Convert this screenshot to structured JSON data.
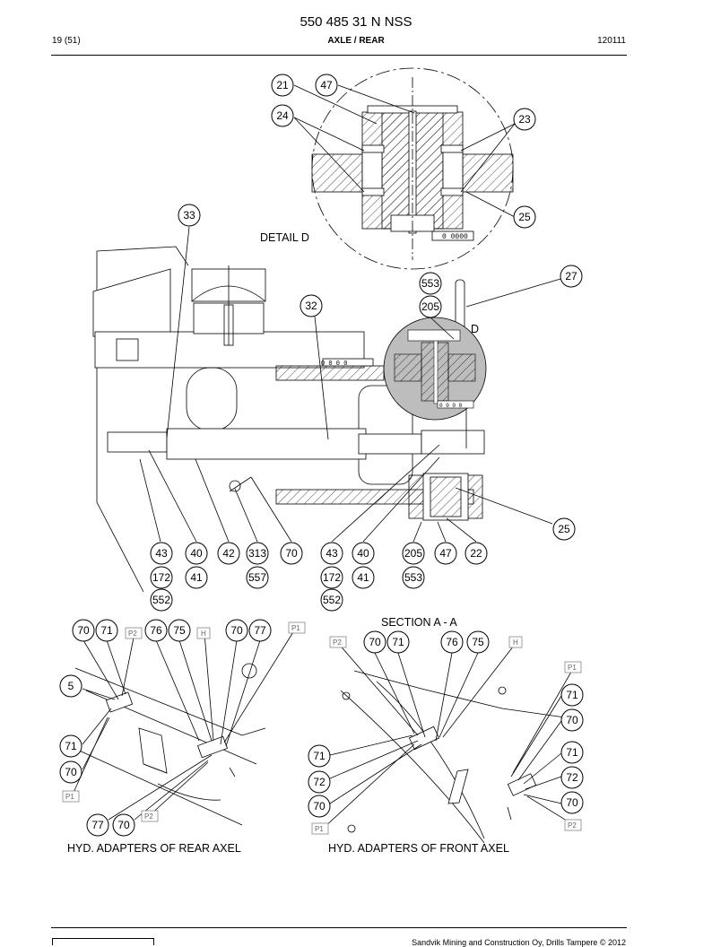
{
  "header": {
    "doc_number": "550 485 31 N NSS",
    "page": "19 (51)",
    "section": "AXLE / REAR",
    "date_code": "120111"
  },
  "labels": {
    "detail_d": "DETAIL  D",
    "d_marker": "D",
    "section_aa": "SECTION  A - A",
    "rear_caption": "HYD. ADAPTERS OF REAR AXEL",
    "front_caption": "HYD. ADAPTERS OF FRONT AXEL"
  },
  "footer": {
    "copyright": "Sandvik Mining and Construction Oy, Drills Tampere © 2012"
  },
  "balloons": {
    "b21": "21",
    "b47": "47",
    "b24": "24",
    "b23": "23",
    "b33": "33",
    "b25a": "25",
    "b27": "27",
    "b553a": "553",
    "b205a": "205",
    "b32": "32",
    "b25b": "25",
    "b43a": "43",
    "b40a": "40",
    "b42": "42",
    "b313": "313",
    "b70a": "70",
    "b43b": "43",
    "b40b": "40",
    "b205b": "205",
    "b47b": "47",
    "b22": "22",
    "b172a": "172",
    "b41a": "41",
    "b557": "557",
    "b172b": "172",
    "b41b": "41",
    "b553b": "553",
    "b552a": "552",
    "b552b": "552",
    "r70a": "70",
    "r71a": "71",
    "r76": "76",
    "r75": "75",
    "r70b": "70",
    "r77a": "77",
    "r5": "5",
    "r71b": "71",
    "r70c": "70",
    "r77b": "77",
    "r70d": "70",
    "f70a": "70",
    "f71a": "71",
    "f76": "76",
    "f75": "75",
    "f71b": "71",
    "f70b": "70",
    "f71c": "71",
    "f72a": "72",
    "f70c": "70",
    "f71d": "71",
    "f72b": "72",
    "f70d": "70"
  },
  "port_tags": {
    "rp2a": "P2",
    "rh": "H",
    "rp1a": "P1",
    "rp1b": "P1",
    "rp2b": "P2",
    "fp2a": "P2",
    "fh": "H",
    "fp1a": "P1",
    "fp1b": "P1",
    "fp2b": "P2"
  }
}
